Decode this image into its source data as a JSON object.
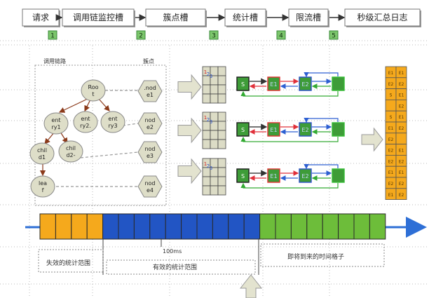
{
  "pipeline": {
    "steps": [
      "请求",
      "调用链监控槽",
      "簇点槽",
      "统计槽",
      "限流槽",
      "秒级汇总日志"
    ],
    "numbers": [
      "1",
      "2",
      "3",
      "4",
      "5"
    ]
  },
  "tree": {
    "title_call_chain": "调用链路",
    "title_cluster": "簇点",
    "root": [
      "Roo",
      "t"
    ],
    "entries": [
      [
        "ent",
        "ry1"
      ],
      [
        "ent",
        "ry2."
      ],
      [
        "ent",
        "ry3"
      ]
    ],
    "children": [
      [
        "chil",
        "d1"
      ],
      [
        "chil",
        "d2-"
      ]
    ],
    "leaf": [
      "lea",
      "f"
    ],
    "nodes": [
      [
        ".nod",
        "e1"
      ],
      [
        "nod",
        "e2"
      ],
      [
        "nod",
        "e3"
      ],
      [
        "nod",
        "e4"
      ]
    ]
  },
  "slot_chain": {
    "grid_digits": [
      "1",
      "2",
      "3"
    ],
    "boxes": [
      "S",
      "E1",
      "E2",
      ""
    ]
  },
  "column": {
    "labels": [
      "E1",
      "E1",
      "E2",
      "E2",
      "S",
      "E1",
      "",
      "E2",
      "S",
      "E1",
      "E1",
      "E2",
      "E2",
      "",
      "E2",
      "E1",
      "E2",
      "E2",
      "E1",
      "E1",
      "E2",
      "E2",
      "E1",
      "E2"
    ]
  },
  "timeline": {
    "segments": {
      "expired": 4,
      "valid": 10,
      "future": 8
    },
    "label_expired": "失效的统计范围",
    "label_ms": "100ms",
    "label_valid": "有效的统计范围",
    "label_future": "即将到来的时间格子"
  },
  "colors": {
    "orange": "#f5a91c",
    "blue": "#2255c4",
    "green": "#6dbd3a",
    "arrow_blue": "#2e6fd6",
    "gray_arrow": "#e3e3cf"
  }
}
